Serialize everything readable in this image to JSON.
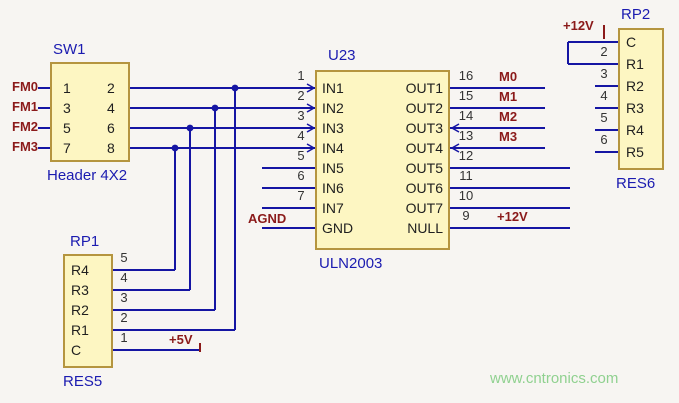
{
  "components": {
    "sw1": {
      "ref": "SW1",
      "value": "Header 4X2",
      "left_pins": [
        "1",
        "3",
        "5",
        "7"
      ],
      "right_pins": [
        "2",
        "4",
        "6",
        "8"
      ]
    },
    "u23": {
      "ref": "U23",
      "value": "ULN2003",
      "left_pin_names": [
        "IN1",
        "IN2",
        "IN3",
        "IN4",
        "IN5",
        "IN6",
        "IN7",
        "GND"
      ],
      "right_pin_names": [
        "OUT1",
        "OUT2",
        "OUT3",
        "OUT4",
        "OUT5",
        "OUT6",
        "OUT7",
        "NULL"
      ],
      "left_pin_numbers": [
        "1",
        "2",
        "3",
        "4",
        "5",
        "6",
        "7"
      ],
      "right_pin_numbers": [
        "16",
        "15",
        "14",
        "13",
        "12",
        "11",
        "10",
        "9"
      ]
    },
    "rp1": {
      "ref": "RP1",
      "value": "RES5",
      "pin_names": [
        "R4",
        "R3",
        "R2",
        "R1",
        "C"
      ],
      "pin_numbers": [
        "5",
        "4",
        "3",
        "2",
        "1"
      ]
    },
    "rp2": {
      "ref": "RP2",
      "value": "RES6",
      "pin_names": [
        "C",
        "R1",
        "R2",
        "R3",
        "R4",
        "R5"
      ],
      "pin_numbers": [
        "2",
        "3",
        "4",
        "5",
        "6"
      ]
    }
  },
  "nets": {
    "inputs": [
      "FM0",
      "FM1",
      "FM2",
      "FM3"
    ],
    "outputs": [
      "M0",
      "M1",
      "M2",
      "M3"
    ],
    "agnd": "AGND",
    "v5": "+5V",
    "v12_out": "+12V",
    "v12_rp2": "+12V"
  },
  "watermark": "www.cntronics.com",
  "colors": {
    "wire": "#1515a3",
    "component_fill": "#fdf6c2",
    "component_border": "#b5953f",
    "net_label": "#8b1a1a",
    "ref_label": "#1b1bb0",
    "watermark": "#90d190",
    "background": "#f7f5f2"
  }
}
